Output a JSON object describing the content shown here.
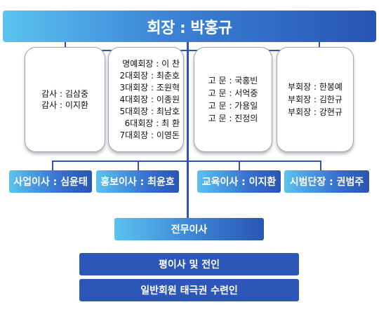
{
  "president": "회장 : 박홍규",
  "auditors": [
    "감사 : 김삼중",
    "감사 : 이지환"
  ],
  "honorary": [
    "명예회장 : 이 찬",
    "2대회장 : 최춘호",
    "3대회장 : 조원혁",
    "4대회장 : 이종원",
    "5대회장 : 최남호",
    "6대회장 : 최 환",
    "7대회장 : 이영돈"
  ],
  "advisors": [
    "고 문 : 국홍빈",
    "고 문 : 서억중",
    "고 문 : 가용일",
    "고 문 : 진정의"
  ],
  "vice_presidents": [
    "부회장 : 한봉예",
    "부회장 : 김한규",
    "부회장 : 강현규"
  ],
  "directors": [
    "사업이사 : 심윤태",
    "홍보이사 : 최윤호",
    "교육이사 : 이지환",
    "시범단장 : 권범주"
  ],
  "executive_director": "전무이사",
  "members": [
    "평이사 및 전인",
    "일반회원 태극권 수련인"
  ]
}
